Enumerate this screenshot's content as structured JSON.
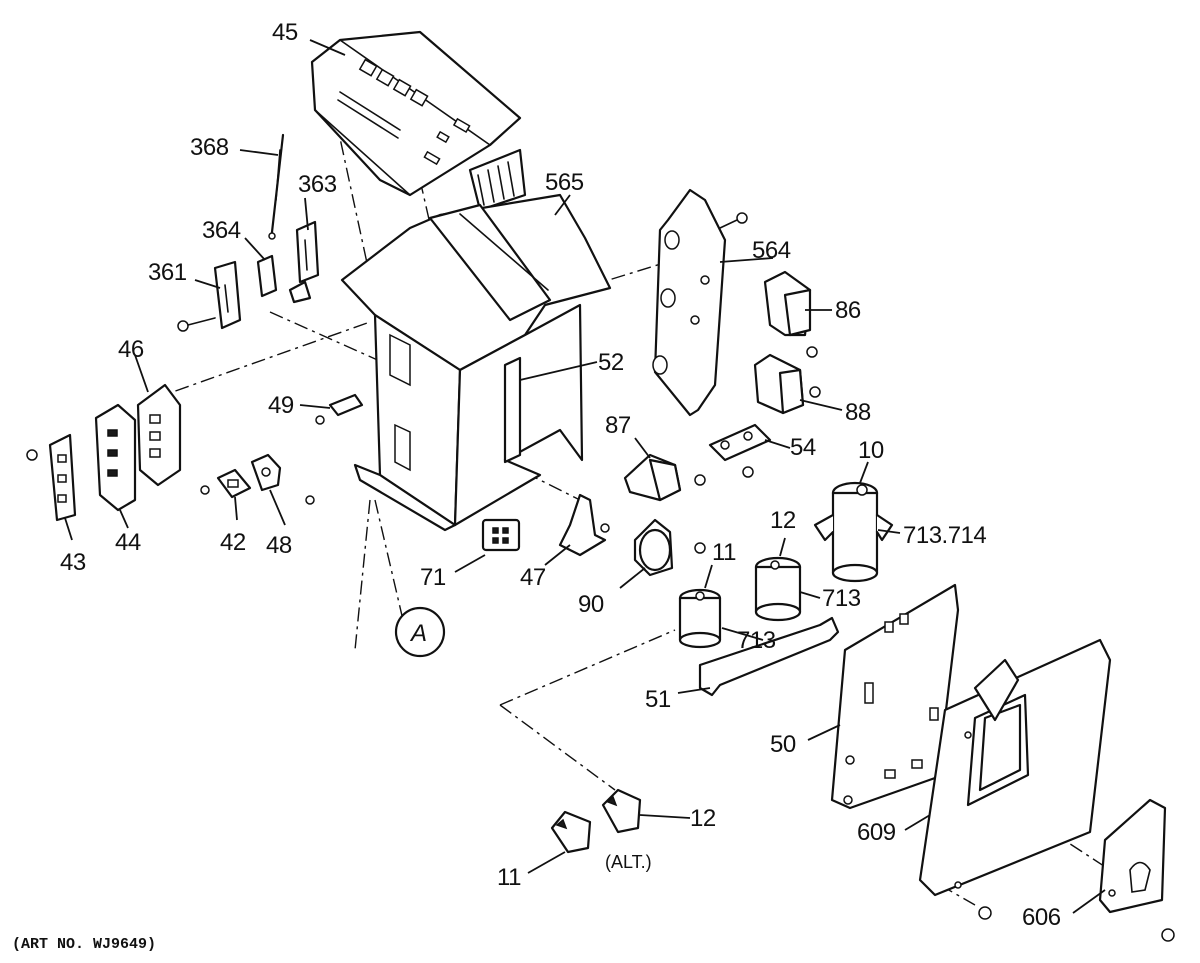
{
  "diagram": {
    "art_number": "(ART NO. WJ9649)",
    "callout_letter": "A",
    "alt_note": "(ALT.)",
    "labels": {
      "p45": "45",
      "p368": "368",
      "p363": "363",
      "p364": "364",
      "p361": "361",
      "p565": "565",
      "p564": "564",
      "p86": "86",
      "p46": "46",
      "p52": "52",
      "p49": "49",
      "p88": "88",
      "p87": "87",
      "p54": "54",
      "p10": "10",
      "p43": "43",
      "p44": "44",
      "p42": "42",
      "p48": "48",
      "p71": "71",
      "p47": "47",
      "p12a": "12",
      "p713_714": "713.714",
      "p11a": "11",
      "p90": "90",
      "p713a": "713",
      "p713b": "713",
      "p51": "51",
      "p50": "50",
      "p12b": "12",
      "p609": "609",
      "p11b": "11",
      "p606": "606"
    }
  }
}
